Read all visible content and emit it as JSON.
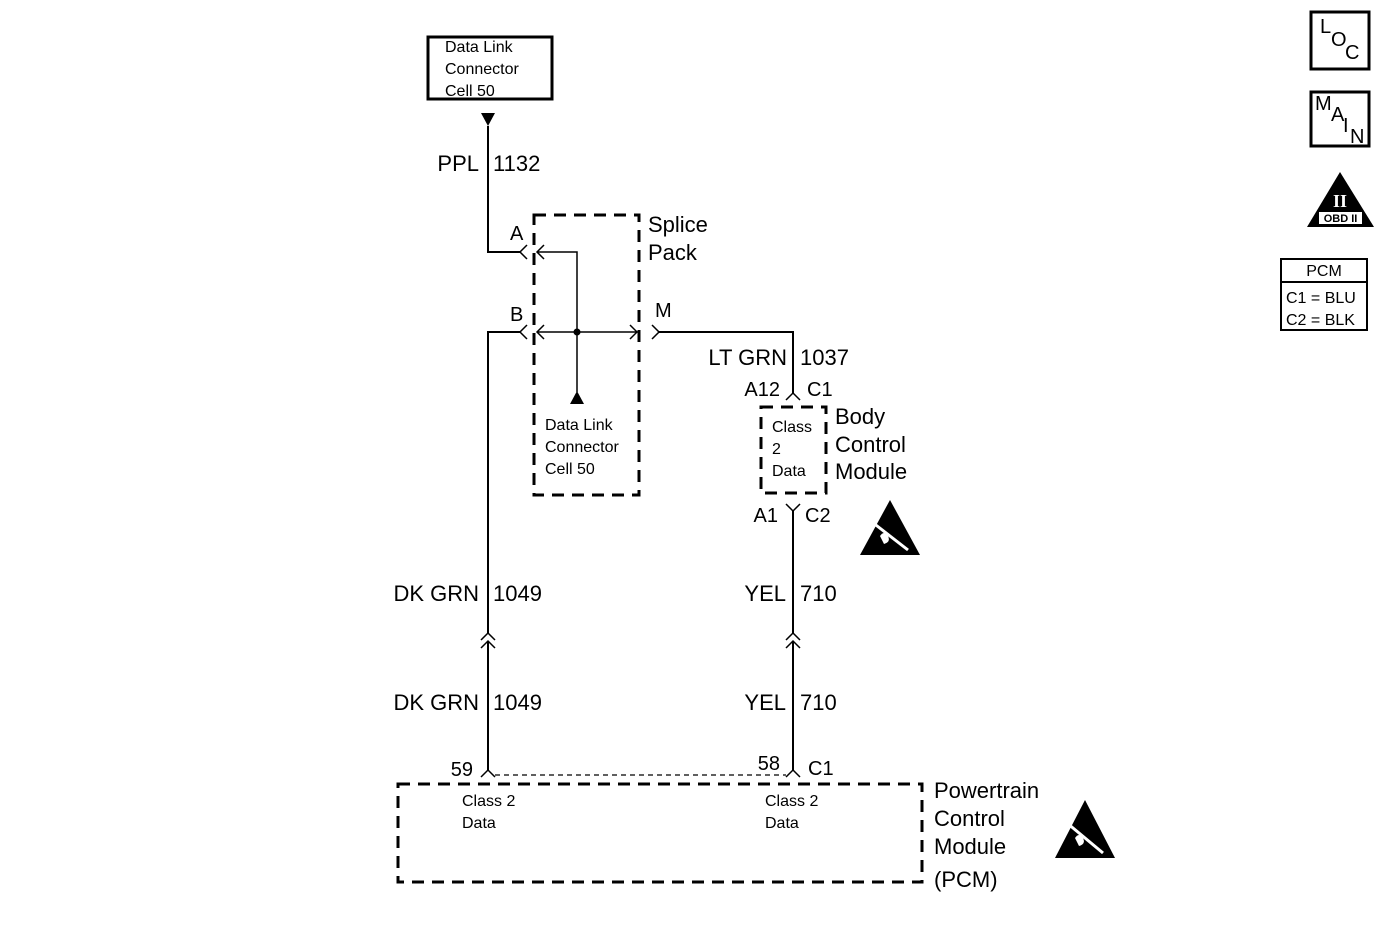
{
  "dlc_top": {
    "lines": [
      "Data Link",
      "Connector",
      "Cell 50"
    ]
  },
  "wires": {
    "ppl": {
      "color": "PPL",
      "circuit": "1132"
    },
    "lt_grn": {
      "color": "LT GRN",
      "circuit": "1037"
    },
    "dk_grn_upper": {
      "color": "DK GRN",
      "circuit": "1049"
    },
    "dk_grn_lower": {
      "color": "DK GRN",
      "circuit": "1049"
    },
    "yel_upper": {
      "color": "YEL",
      "circuit": "710"
    },
    "yel_lower": {
      "color": "YEL",
      "circuit": "710"
    }
  },
  "splice_pack": {
    "title": [
      "Splice",
      "Pack"
    ],
    "pins": {
      "a": "A",
      "b": "B",
      "m": "M"
    },
    "dlc_ref": [
      "Data Link",
      "Connector",
      "Cell 50"
    ]
  },
  "bcm": {
    "title": [
      "Body",
      "Control",
      "Module"
    ],
    "inner": [
      "Class",
      "2",
      "Data"
    ],
    "pin_top": "A12",
    "conn_top": "C1",
    "pin_bottom": "A1",
    "conn_bottom": "C2"
  },
  "pcm": {
    "title": [
      "Powertrain",
      "Control",
      "Module",
      "(PCM)"
    ],
    "pin_left": "59",
    "pin_right": "58",
    "conn": "C1",
    "inner_left": [
      "Class 2",
      "Data"
    ],
    "inner_right": [
      "Class 2",
      "Data"
    ]
  },
  "side_icons": {
    "loc": [
      "L",
      "O",
      "C"
    ],
    "main": [
      "M",
      "A",
      "I",
      "N"
    ],
    "obd": {
      "roman": "II",
      "label": "OBD II"
    }
  },
  "pcm_legend": {
    "title": "PCM",
    "rows": [
      "C1 = BLU",
      "C2 = BLK"
    ]
  }
}
